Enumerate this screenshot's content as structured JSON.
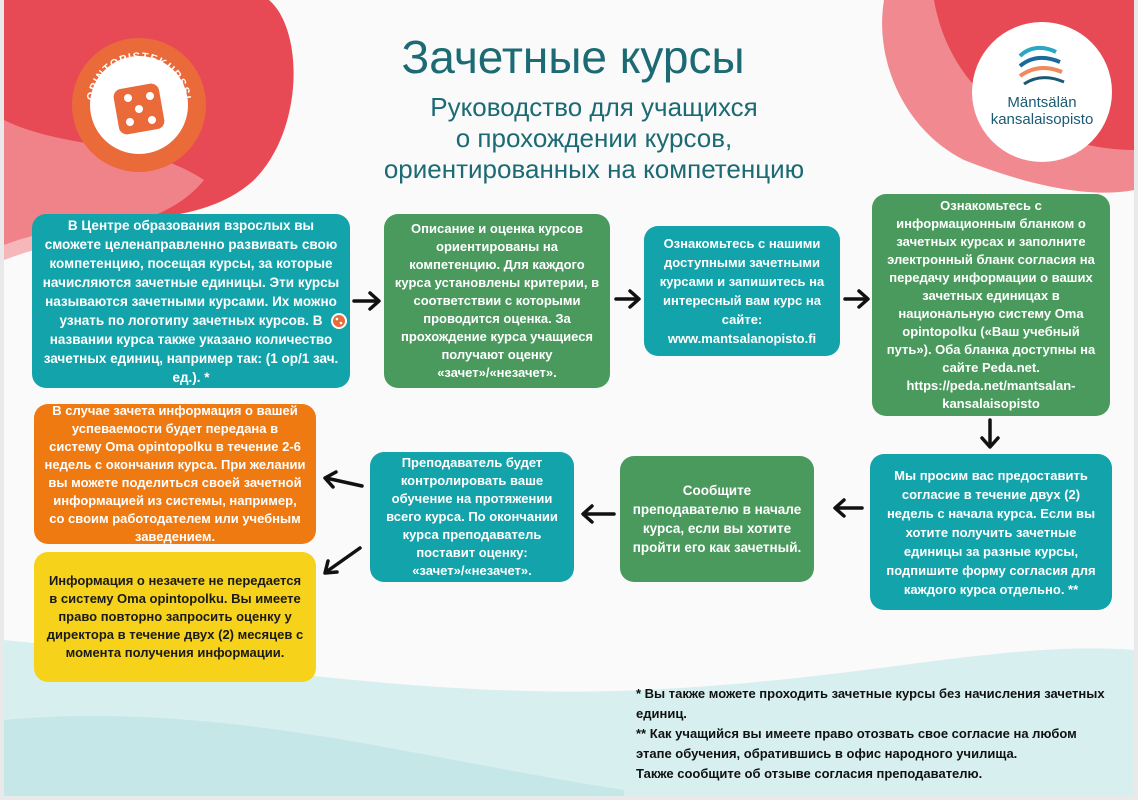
{
  "header": {
    "title": "Зачетные курсы",
    "subtitle_lines": [
      "Руководство для учащихся",
      "о прохождении курсов,",
      "ориентированных на компетенцию"
    ]
  },
  "logos": {
    "left_text": "OPINTOPISTEKURSSI",
    "right_lines": [
      "Mäntsälän",
      "kansalaisopisto"
    ]
  },
  "steps": {
    "s1": "В Центре образования взрослых вы сможете целенаправленно развивать свою компетенцию, посещая курсы, за которые начисляются зачетные единицы. Эти курсы называются зачетными курсами. Их можно узнать по логотипу зачетных курсов. В названии курса также указано количество зачетных единиц, например так: (1 op/1 зач. ед.). *",
    "s2": "Описание и оценка курсов ориентированы на компетенцию. Для каждого курса установлены критерии, в соответствии с которыми проводится оценка. За прохождение курса учащиеся получают оценку «зачет»/«незачет».",
    "s3": "Ознакомьтесь с нашими доступными зачетными курсами и запишитесь на интересный вам курс на сайте: www.mantsalanopisto.fi",
    "s4": "Ознакомьтесь с информационным бланком о зачетных курсах и заполните электронный бланк согласия на передачу информации о ваших зачетных единицах в национальную систему Oma opintopolku («Ваш учебный путь»). Оба бланка доступны на сайте Peda.net. https://peda.net/mantsalan-kansalaisopisto",
    "s5": "Мы просим вас предоставить согласие в течение двух (2) недель с начала курса. Если вы хотите получить зачетные единицы за разные курсы, подпишите форму согласия для каждого курса отдельно. **",
    "s6": "Сообщите преподавателю в начале курса, если вы хотите пройти его как зачетный.",
    "s7": "Преподаватель будет контролировать ваше обучение на протяжении всего курса. По окончании курса преподаватель поставит оценку: «зачет»/«незачет».",
    "s8": "В случае зачета информация о вашей успеваемости будет передана в систему Oma opintopolku в течение 2-6 недель с окончания курса. При желании вы можете поделиться своей зачетной информацией из системы, например, со своим работодателем или учебным заведением.",
    "s9": "Информация о незачете не передается в систему Oma opintopolku. Вы имеете право повторно запросить оценку у директора в течение двух (2) месяцев с момента получения информации."
  },
  "footnotes": {
    "f1": "* Вы также можете проходить зачетные курсы без начисления зачетных единиц.",
    "f2": "** Как учащийся вы имеете право отозвать свое согласие на любом этапе обучения, обратившись в офис народного училища.",
    "f3": "Также сообщите об отзыве согласия преподавателю."
  },
  "colors": {
    "teal": "#13a3ab",
    "green": "#4a9a5e",
    "orange": "#ef7a12",
    "yellow": "#f6d21b",
    "title": "#1b6a74",
    "accent_red": "#e8474f"
  }
}
